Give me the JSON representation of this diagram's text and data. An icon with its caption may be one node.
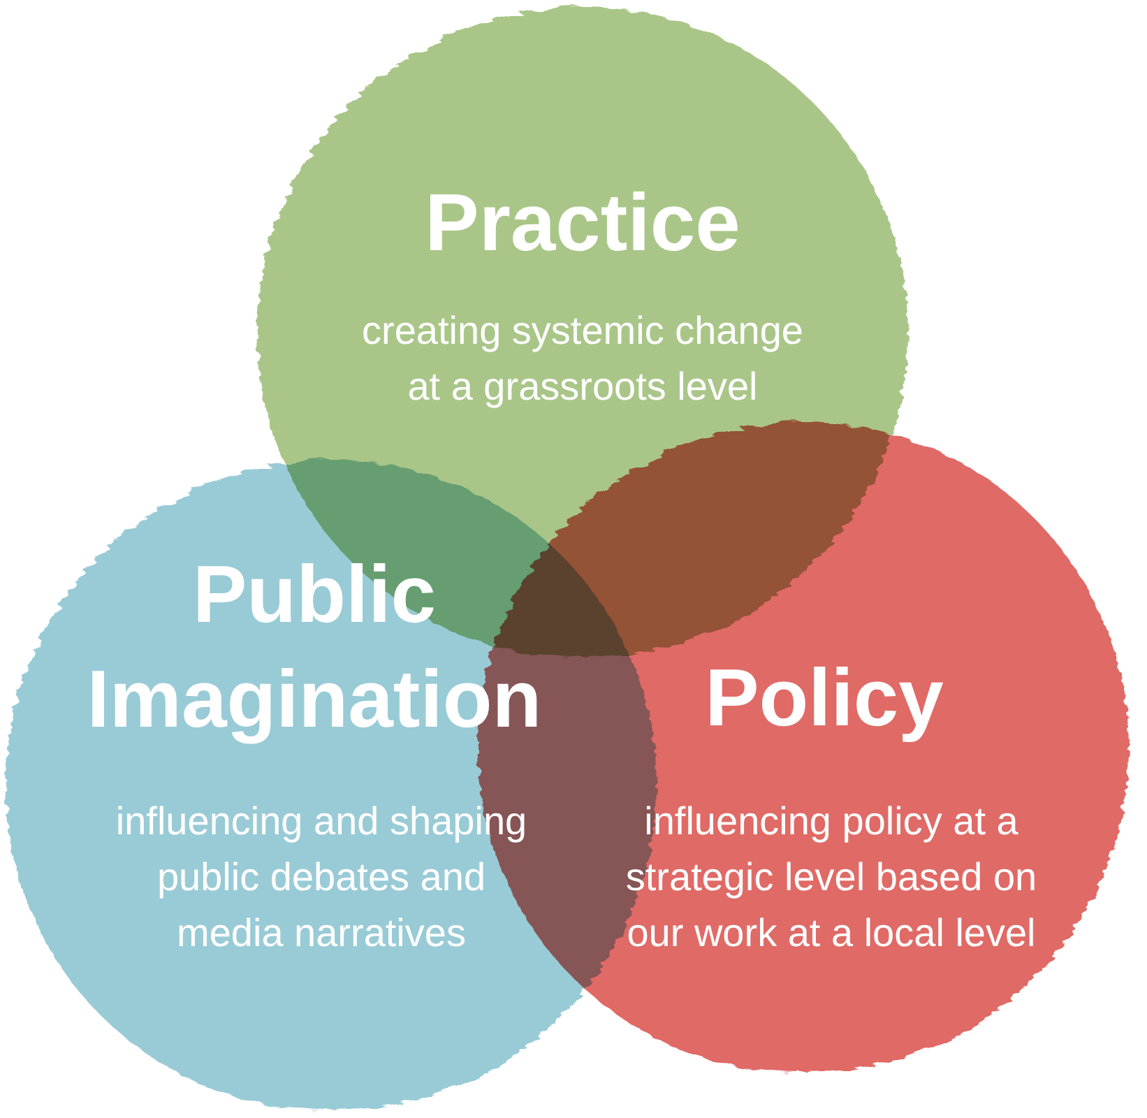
{
  "diagram": {
    "nodes": [
      {
        "text": [
          "Practice",
          "creating systemic change at a grassroots level"
        ]
      },
      {
        "text": [
          "Public Imagination",
          "influencing and shaping public debates and media narratives"
        ]
      },
      {
        "text": [
          "Policy",
          "influencing policy at a strategic level based on our work at a local level"
        ]
      }
    ]
  }
}
